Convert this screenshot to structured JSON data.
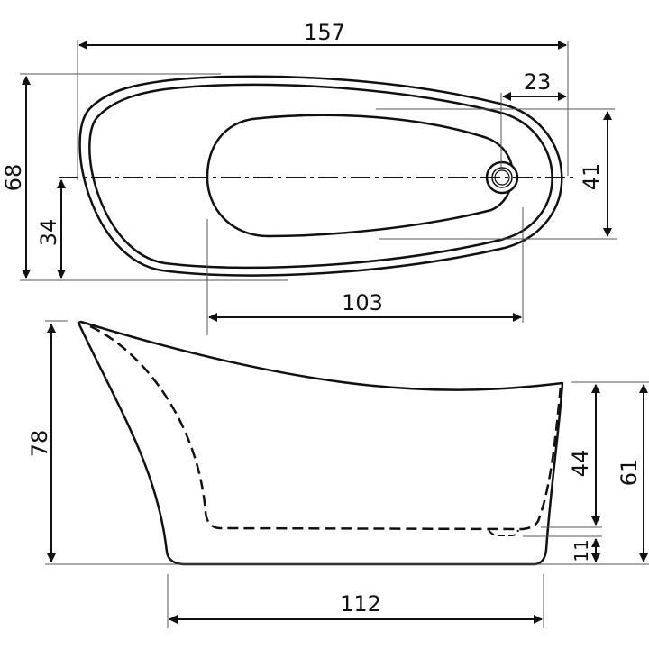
{
  "diagram": {
    "subject": "Freestanding bathtub technical drawing",
    "views": [
      "top-view",
      "side-view"
    ],
    "colors": {
      "line": "#111111",
      "ext_line": "#555555",
      "background": "#ffffff"
    }
  },
  "top_view": {
    "dimensions": {
      "overall_length": "157",
      "overall_width": "68",
      "center_to_edge": "34",
      "drain_offset": "23",
      "inner_width": "41",
      "inner_length": "103"
    }
  },
  "side_view": {
    "dimensions": {
      "overall_height": "78",
      "rim_height": "61",
      "inner_depth": "44",
      "floor_height": "11",
      "base_length": "112"
    }
  }
}
